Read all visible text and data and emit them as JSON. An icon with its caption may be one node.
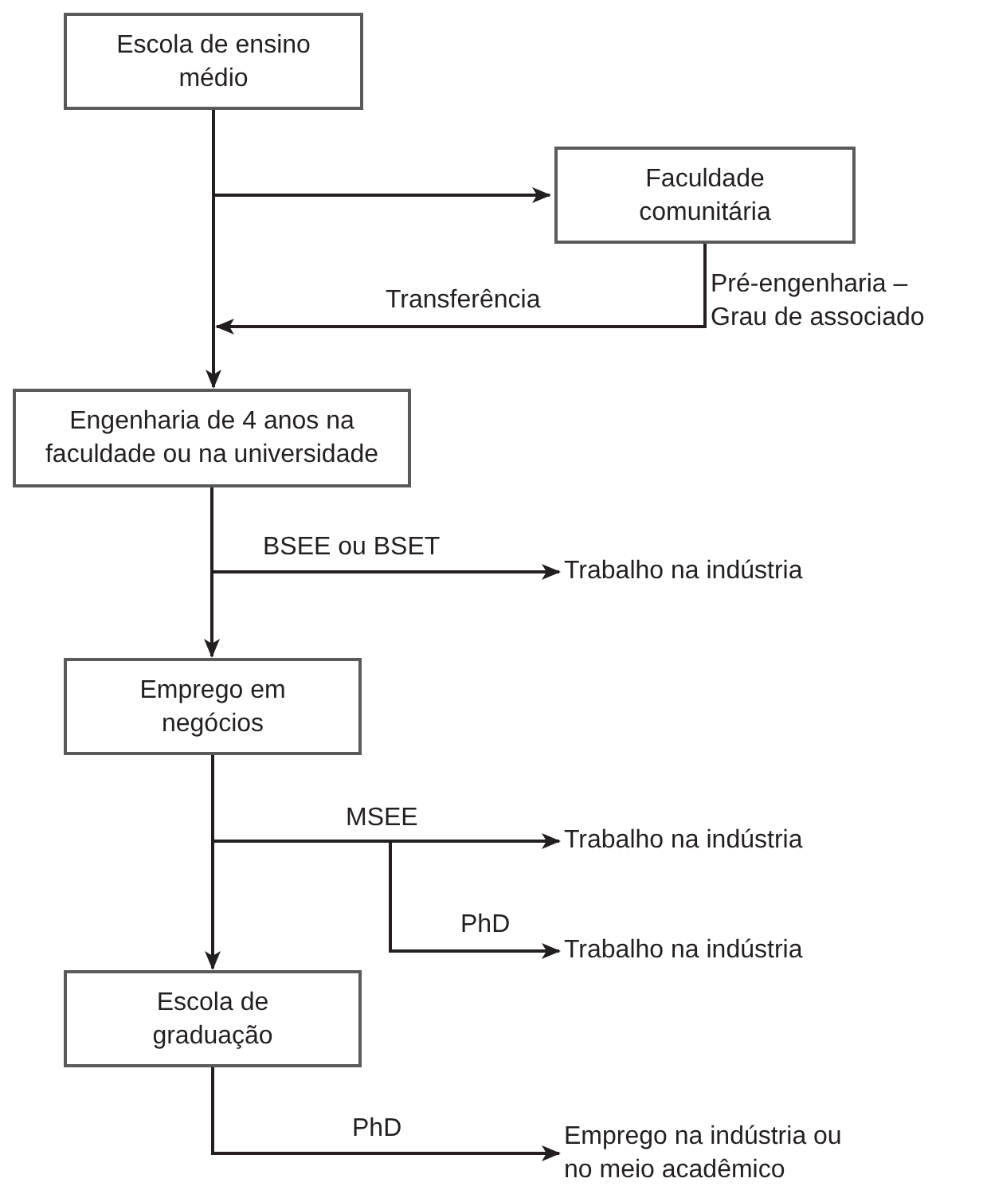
{
  "diagram": {
    "nodes": [
      {
        "text": [
          "Escola de ensino médio"
        ]
      },
      {
        "text": [
          "Faculdade comunitária"
        ]
      },
      {
        "text": [
          "Engenharia de 4 anos na faculdade ou na universidade"
        ]
      },
      {
        "text": [
          "Trabalho na indústria"
        ]
      },
      {
        "text": [
          "Emprego em negócios"
        ]
      },
      {
        "text": [
          "Trabalho na indústria"
        ]
      },
      {
        "text": [
          "Trabalho na indústria"
        ]
      },
      {
        "text": [
          "Escola de graduação"
        ]
      },
      {
        "text": [
          "Emprego na indústria ou no meio acadêmico"
        ]
      }
    ],
    "edges": [
      {
        "from": 0,
        "to": 1,
        "arrow": "to"
      },
      {
        "from": 1,
        "to": 2,
        "label": "Transferência",
        "arrow": "to"
      },
      {
        "from": 0,
        "to": 2,
        "arrow": "to"
      },
      {
        "from": 2,
        "to": 3,
        "label": "BSEE ou BSET",
        "arrow": "to"
      },
      {
        "from": 2,
        "to": 4,
        "arrow": "to"
      },
      {
        "from": 4,
        "to": 5,
        "label": "MSEE",
        "arrow": "to"
      },
      {
        "from": 4,
        "to": 6,
        "label": "PhD",
        "arrow": "to"
      },
      {
        "from": 4,
        "to": 7,
        "arrow": "to"
      },
      {
        "from": 7,
        "to": 8,
        "label": "PhD",
        "arrow": "to"
      }
    ],
    "labels": [
      "Pré-engenharia – Grau de associado"
    ]
  }
}
